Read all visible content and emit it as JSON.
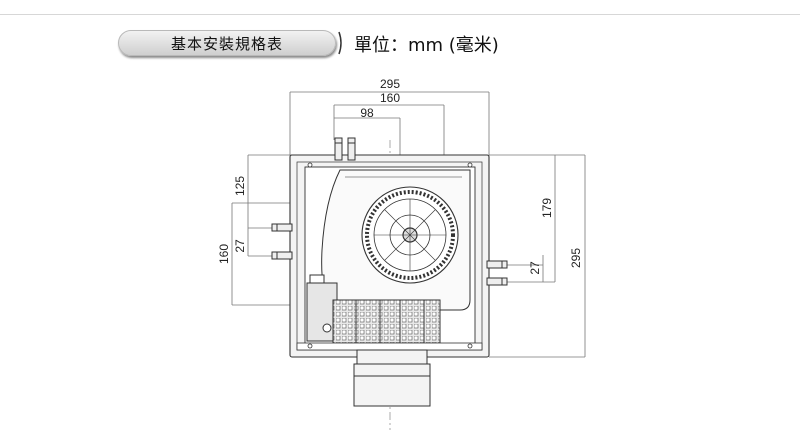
{
  "header": {
    "section_title": "基本安裝規格表",
    "unit_label": "單位：mm (毫米)"
  },
  "dimensions": {
    "width_outer": "295",
    "width_middle": "160",
    "width_inner": "98",
    "left_height_upper": "125",
    "left_height_total": "160",
    "left_pipe_spacing": "27",
    "right_height_upper": "179",
    "right_pipe_spacing": "27",
    "right_height_total": "295"
  },
  "colors": {
    "line": "#333333",
    "dim_line": "#777777",
    "plate": "#f4f4f4"
  }
}
